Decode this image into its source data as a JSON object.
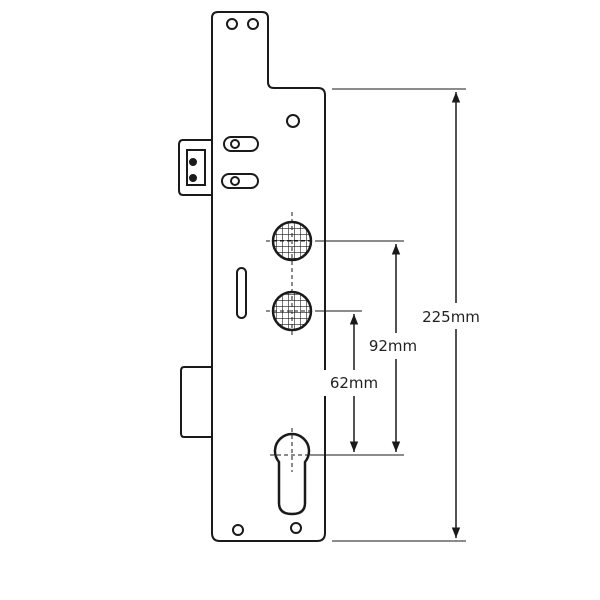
{
  "colors": {
    "line": "#1a1a1a",
    "dimension": "#1a1a1a",
    "background": "#ffffff"
  },
  "dimensions": {
    "overall_height": "225mm",
    "spindle_to_cylinder_upper": "92mm",
    "spindle_to_cylinder_lower": "62mm"
  }
}
